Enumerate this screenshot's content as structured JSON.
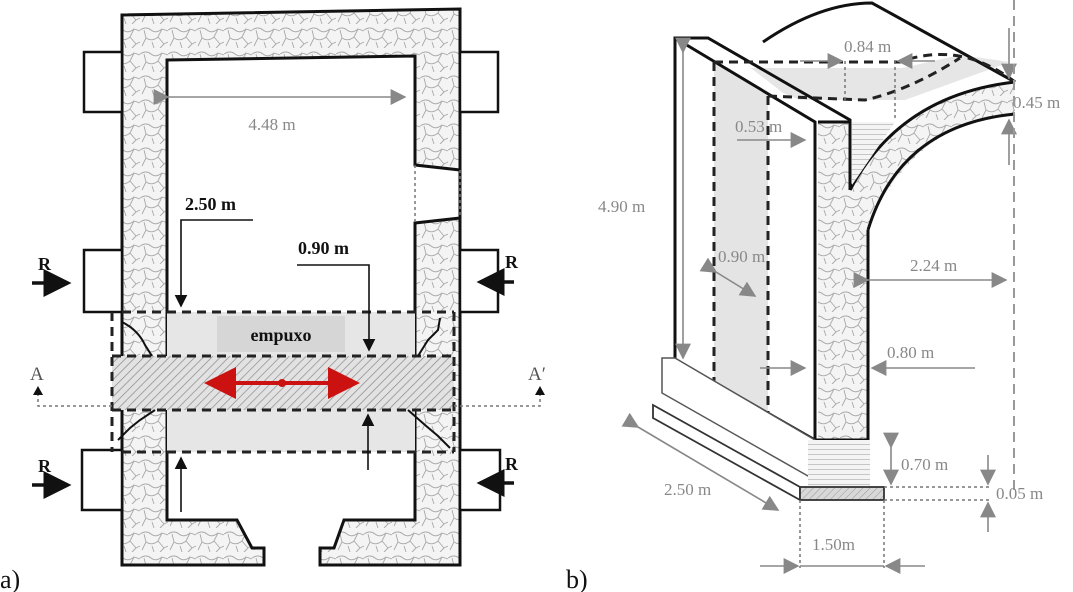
{
  "figure": {
    "panel_a": {
      "label": "a)",
      "dimensions": {
        "inner_width": "4.48 m",
        "beam_width": "2.50 m",
        "wall_thickness": "0.90 m"
      },
      "thrust_label": "empuxo",
      "reaction_label": "R",
      "section_left": "A",
      "section_right": "A′",
      "colors": {
        "thrust_arrow": "#cc1111",
        "stone_fill": "#f3f3f3",
        "band_fill": "#e6e6e6"
      }
    },
    "panel_b": {
      "label": "b)",
      "dimensions": {
        "arch_thickness_top": "0.84 m",
        "arch_thickness": "0.45 m",
        "wall_offset": "0.53 m",
        "height": "4.90 m",
        "strip_width": "0.90 m",
        "span": "2.24 m",
        "wall_thickness": "0.80 m",
        "foundation_height": "0.70 m",
        "base_length": "2.50 m",
        "plate_thickness": "0.05 m",
        "base_width": "1.50m"
      },
      "colors": {
        "dimension_gray": "#888888",
        "shade": "#e4e4e4"
      }
    }
  }
}
